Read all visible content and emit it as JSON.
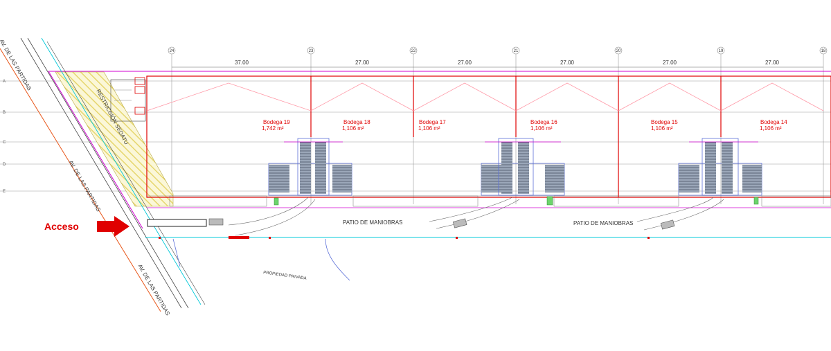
{
  "grid_labels": [
    "24",
    "23",
    "22",
    "21",
    "20",
    "19",
    "18"
  ],
  "dimensions": [
    "37.00",
    "27.00",
    "27.00",
    "27.00",
    "27.00",
    "27.00"
  ],
  "bodegas": [
    {
      "name": "Bodega 19",
      "area": "1,742 m²"
    },
    {
      "name": "Bodega 18",
      "area": "1,106 m²"
    },
    {
      "name": "Bodega 17",
      "area": "1,106 m²"
    },
    {
      "name": "Bodega 16",
      "area": "1,106 m²"
    },
    {
      "name": "Bodega 15",
      "area": "1,106 m²"
    },
    {
      "name": "Bodega 14",
      "area": "1,106 m²"
    }
  ],
  "labels": {
    "acceso": "Acceso",
    "patio_1": "PATIO DE MANIOBRAS",
    "patio_2": "PATIO DE MANIOBRAS",
    "propiedad": "PROPIEDAD PRIVADA",
    "restriccion": "RESTRICCIÓN SEDATU",
    "avenida_1": "AV. DE LAS PARTIDAS",
    "avenida_2": "AV. DE LAS PARTIDAS",
    "avenida_3": "AV. DE LAS PARTIDAS"
  },
  "colors": {
    "wall": "#e00000",
    "roof_line": "#ff9aa8",
    "road": "#444444",
    "road_edge": "#e8571a",
    "cyan": "#00c8d8",
    "hatch": "#e6d66e",
    "dock_blue": "#5b6fd8",
    "magenta": "#d000d0",
    "arrow": "#e00000"
  }
}
